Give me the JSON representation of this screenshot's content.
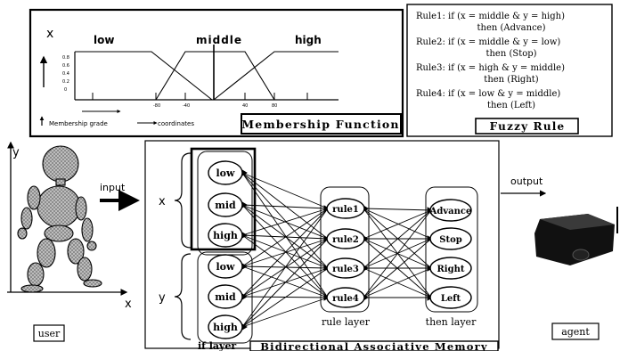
{
  "membership": {
    "x_label": "x",
    "low": "low",
    "middle": "middle",
    "high": "high",
    "y_ticks": [
      "0.8",
      "0.6",
      "0.4",
      "0.2",
      "0"
    ],
    "x_ticks": [
      "-80",
      "-40",
      "40",
      "80"
    ],
    "legend_grade": "Membership grade",
    "legend_coord": "coordinates",
    "title": "Membership Function"
  },
  "fuzzy_rules": {
    "rules": [
      {
        "line1": "Rule1:  if (x = middle & y = high)",
        "line2": "then (Advance)"
      },
      {
        "line1": "Rule2:  if (x = middle & y = low)",
        "line2": "then (Stop)"
      },
      {
        "line1": "Rule3:  if (x = high & y = middle)",
        "line2": "then (Right)"
      },
      {
        "line1": "Rule4:  if (x = low & y = middle)",
        "line2": "then (Left)"
      }
    ],
    "title": "Fuzzy Rule"
  },
  "user": {
    "axis_y": "y",
    "axis_x": "x",
    "label": "user",
    "input": "input"
  },
  "bam": {
    "x_group": "x",
    "y_group": "y",
    "x_nodes": [
      "low",
      "mid",
      "high"
    ],
    "y_nodes": [
      "low",
      "mid",
      "high"
    ],
    "rule_nodes": [
      "rule1",
      "rule2",
      "rule3",
      "rule4"
    ],
    "then_nodes": [
      "Advance",
      "Stop",
      "Right",
      "Left"
    ],
    "if_layer": "if layer",
    "rule_layer": "rule layer",
    "then_layer": "then layer",
    "title": "Bidirectional Associative Memory"
  },
  "agent": {
    "output": "output",
    "label": "agent"
  }
}
